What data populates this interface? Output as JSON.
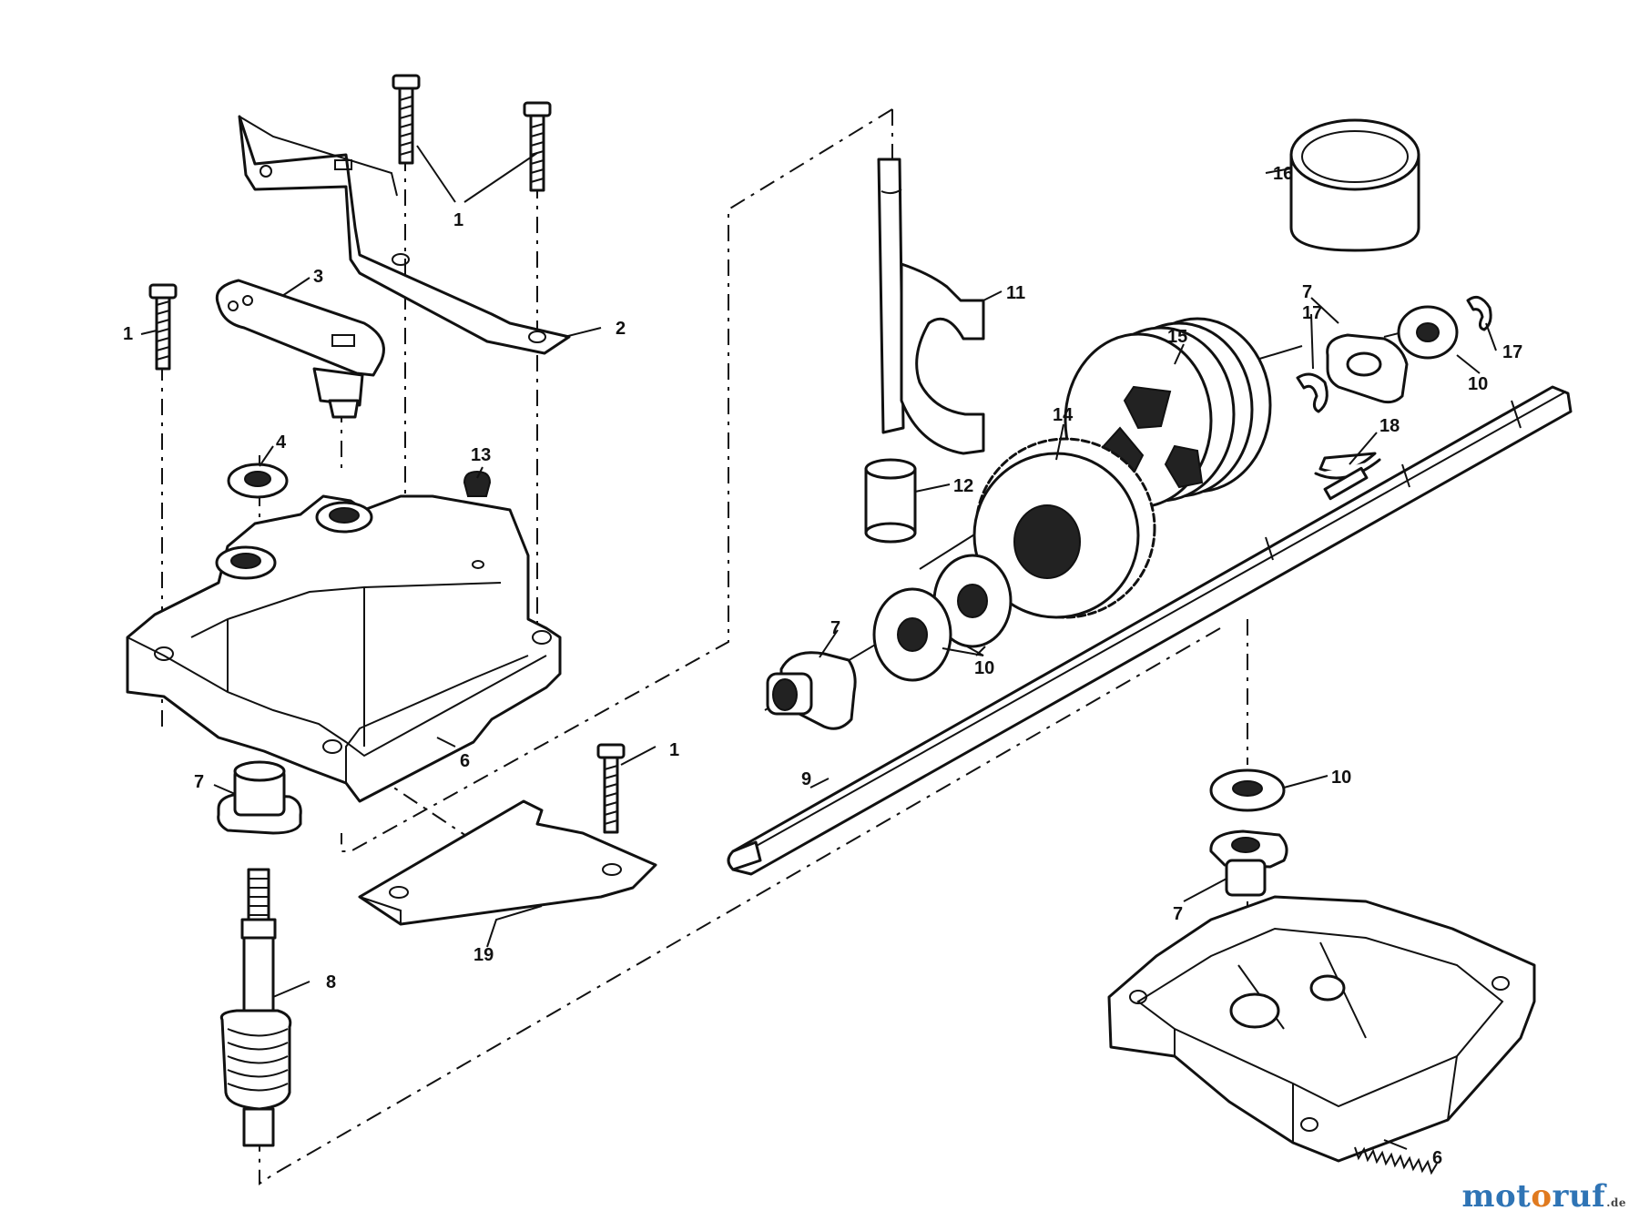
{
  "callouts": {
    "c1a": "1",
    "c1b": "1",
    "c1c": "1",
    "c2": "2",
    "c3": "3",
    "c4": "4",
    "c6a": "6",
    "c6b": "6",
    "c7a": "7",
    "c7b": "7",
    "c7c": "7",
    "c7d": "7",
    "c8": "8",
    "c9": "9",
    "c10a": "10",
    "c10b": "10",
    "c10c": "10",
    "c11": "11",
    "c12": "12",
    "c13": "13",
    "c14": "14",
    "c15": "15",
    "c16": "16",
    "c17a": "17",
    "c17b": "17",
    "c18": "18",
    "c19": "19"
  },
  "watermark": {
    "part1": "mot",
    "part2": "o",
    "part3": "ruf",
    "tld": ".de"
  }
}
